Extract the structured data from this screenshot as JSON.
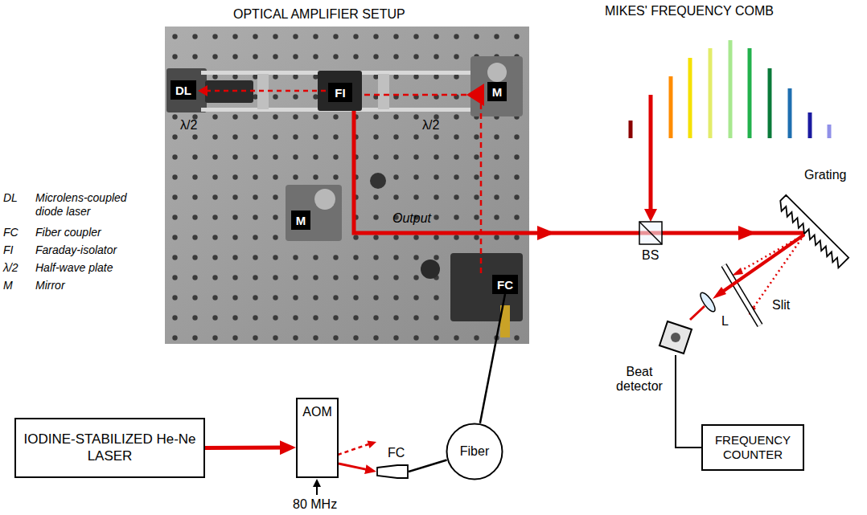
{
  "diagram": {
    "nodes": [
      {
        "text": [
          "IODINE-STABILIZED He-Ne LASER"
        ]
      },
      {
        "text": [
          "AOM"
        ]
      },
      {
        "text": [
          "FC"
        ]
      },
      {
        "text": [
          "Fiber"
        ]
      },
      {
        "text": [
          "Beat detector"
        ]
      },
      {
        "text": [
          "FREQUENCY COUNTER"
        ]
      },
      {
        "text": [
          "DL"
        ]
      },
      {
        "text": [
          "FI"
        ]
      },
      {
        "text": [
          "M"
        ]
      },
      {
        "text": [
          "M"
        ]
      },
      {
        "text": [
          "FC"
        ]
      }
    ],
    "edges": [
      {
        "from": 0,
        "to": 1,
        "arrow": "to"
      },
      {
        "from": 1,
        "to": 2,
        "arrow": "to"
      },
      {
        "from": 2,
        "to": 3,
        "arrow": "none"
      },
      {
        "from": 3,
        "to": 10,
        "arrow": "none"
      },
      {
        "from": 4,
        "to": 5,
        "arrow": "none"
      }
    ],
    "labels": [
      "MIKES' FREQUENCY COMB",
      "OPTICAL AMPLIFIER SETUP",
      "λ/2",
      "λ/2",
      "DL",
      "Microlens-coupled diode laser",
      "FC",
      "Fiber coupler",
      "FI",
      "Faraday-isolator",
      "λ/2",
      "Half-wave plate",
      "M",
      "Mirror",
      "Output",
      "BS",
      "Grating",
      "Slit",
      "L",
      "80 MHz"
    ]
  }
}
